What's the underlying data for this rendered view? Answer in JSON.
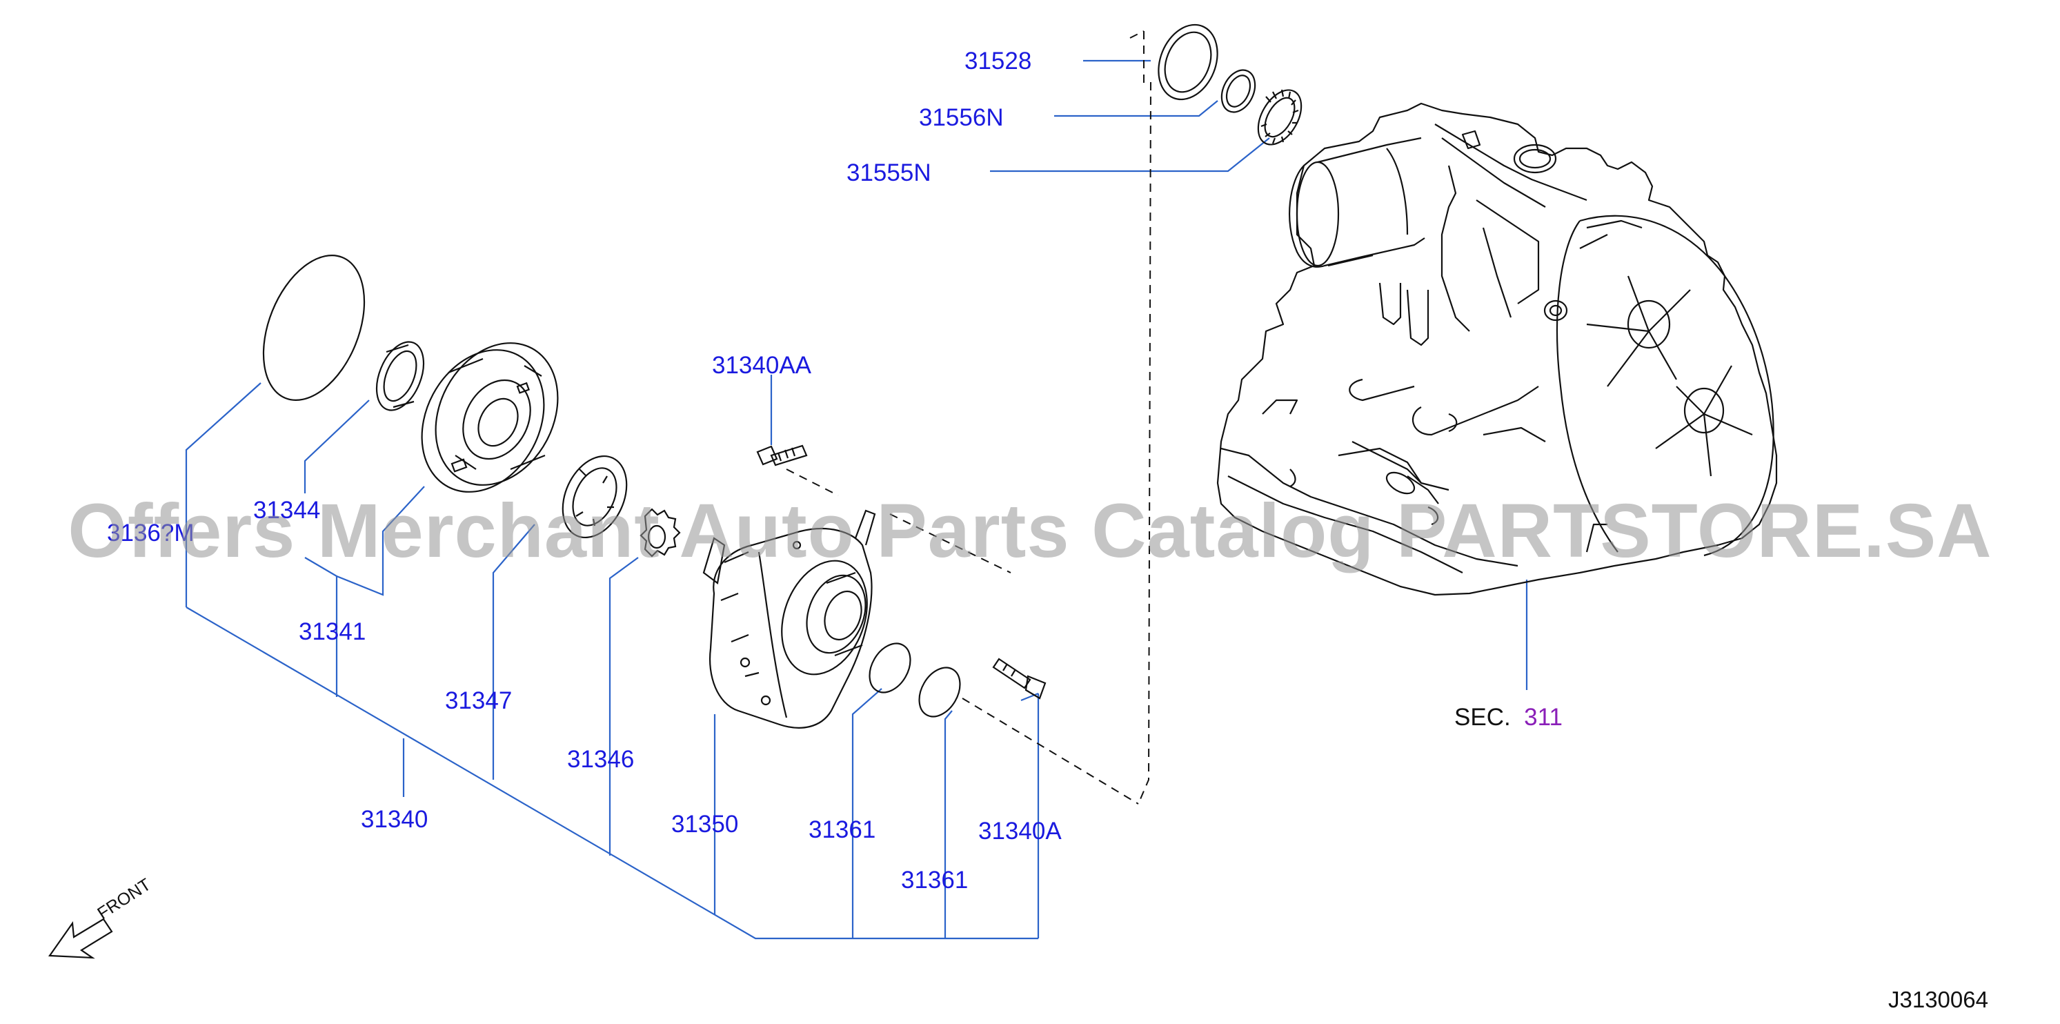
{
  "callouts": {
    "c31528": "31528",
    "c31556N": "31556N",
    "c31555N": "31555N",
    "c31340AA": "31340AA",
    "c3136": "3136?M",
    "c31344": "31344",
    "c31341": "31341",
    "c31347": "31347",
    "c31346": "31346",
    "c31340": "31340",
    "c31350": "31350",
    "c31361a": "31361",
    "c31361b": "31361",
    "c31340A": "31340A"
  },
  "section": {
    "prefix": "SEC.",
    "number": "311"
  },
  "front_label": "FRONT",
  "diagram_code": "J3130064",
  "watermark": "Offers Merchant Auto Parts Catalog PARTSTORE.SA",
  "colors": {
    "callout": "#1a1adf",
    "leader": "#2b63c9",
    "section_number": "#8a1fb8",
    "drawing": "#111111",
    "watermark": "#969696"
  }
}
